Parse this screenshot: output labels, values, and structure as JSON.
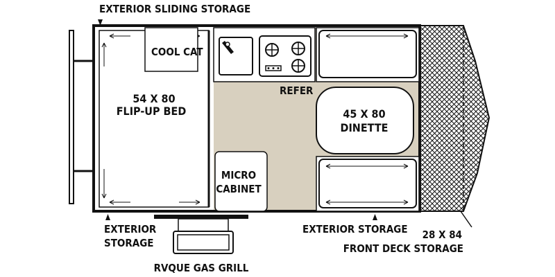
{
  "labels": {
    "exterior_sliding_storage": "EXTERIOR SLIDING STORAGE",
    "cool_cat": "COOL CAT",
    "bed_size": "54 X 80",
    "bed_name": "FLIP-UP BED",
    "refer": "REFER",
    "dinette_size": "45 X 80",
    "dinette_name": "DINETTE",
    "micro_line1": "MICRO",
    "micro_line2": "CABINET",
    "exterior_storage_left_line1": "EXTERIOR",
    "exterior_storage_left_line2": "STORAGE",
    "exterior_storage_bottom": "EXTERIOR STORAGE",
    "front_deck_size": "28 X 84",
    "front_deck_name": "FRONT DECK STORAGE",
    "gas_grill": "RVQUE GAS GRILL"
  },
  "colors": {
    "floor": "#d8d0bf",
    "line": "#111111",
    "background": "#ffffff"
  }
}
